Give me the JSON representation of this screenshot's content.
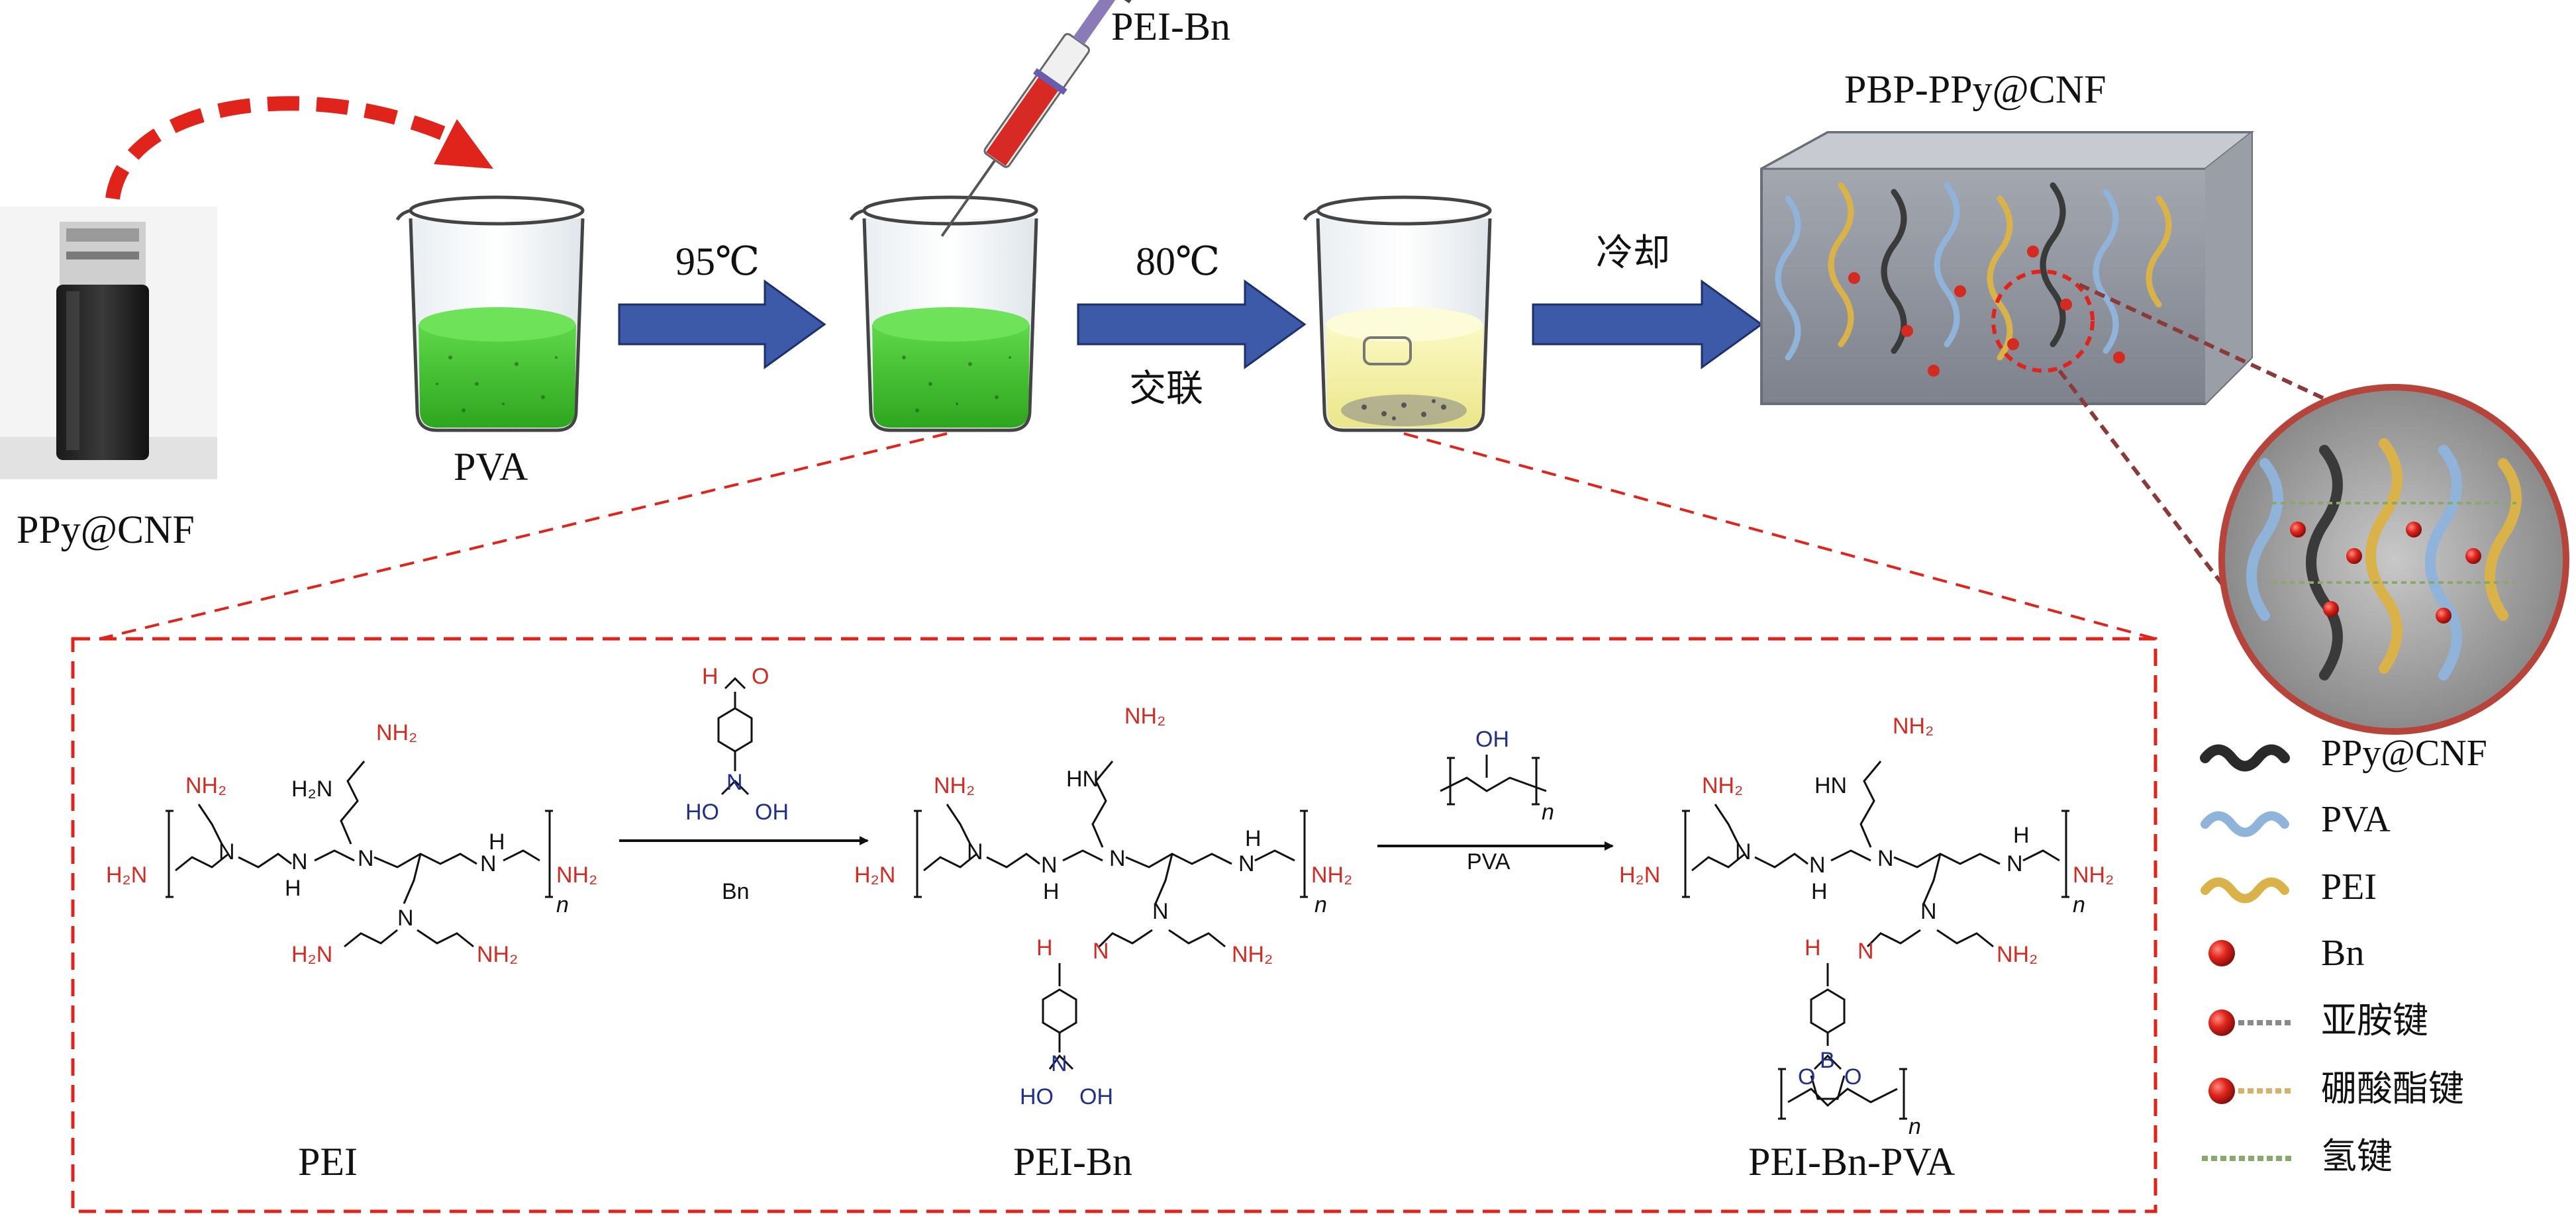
{
  "top_labels": {
    "ppy_cnf": "PPy@CNF",
    "pva": "PVA",
    "pei_bn_syringe": "PEI-Bn",
    "temp1": "95℃",
    "temp2": "80℃",
    "crosslink": "交联",
    "cool": "冷却",
    "product": "PBP-PPy@CNF"
  },
  "scheme": {
    "pei_name": "PEI",
    "pei_bn_name": "PEI-Bn",
    "pei_bn_pva_name": "PEI-Bn-PVA",
    "arrow1_label": "Bn",
    "arrow2_label": "PVA",
    "nh2": "NH₂",
    "h2n": "H₂N",
    "hn": "HN",
    "n": "N",
    "h": "H",
    "o": "O",
    "oh": "OH",
    "ho": "HO",
    "b": "B",
    "sub_n": "n"
  },
  "legend": [
    {
      "label": "PPy@CNF",
      "color": "#2a2a2a"
    },
    {
      "label": "PVA",
      "color": "#8fb3d9"
    },
    {
      "label": "PEI",
      "color": "#d9b24a"
    },
    {
      "label": "Bn",
      "color": "#d42a22"
    },
    {
      "label": "亚胺键",
      "color": "#8a8a8a"
    },
    {
      "label": "硼酸酯键",
      "color": "#d4b36a"
    },
    {
      "label": "氢键",
      "color": "#8aa86a"
    }
  ],
  "colors": {
    "accent_red": "#d42a22",
    "arrow_blue": "#3d5aa8",
    "liquid_green": "#3fbf2f",
    "liquid_yellow": "#f4f2a6"
  }
}
